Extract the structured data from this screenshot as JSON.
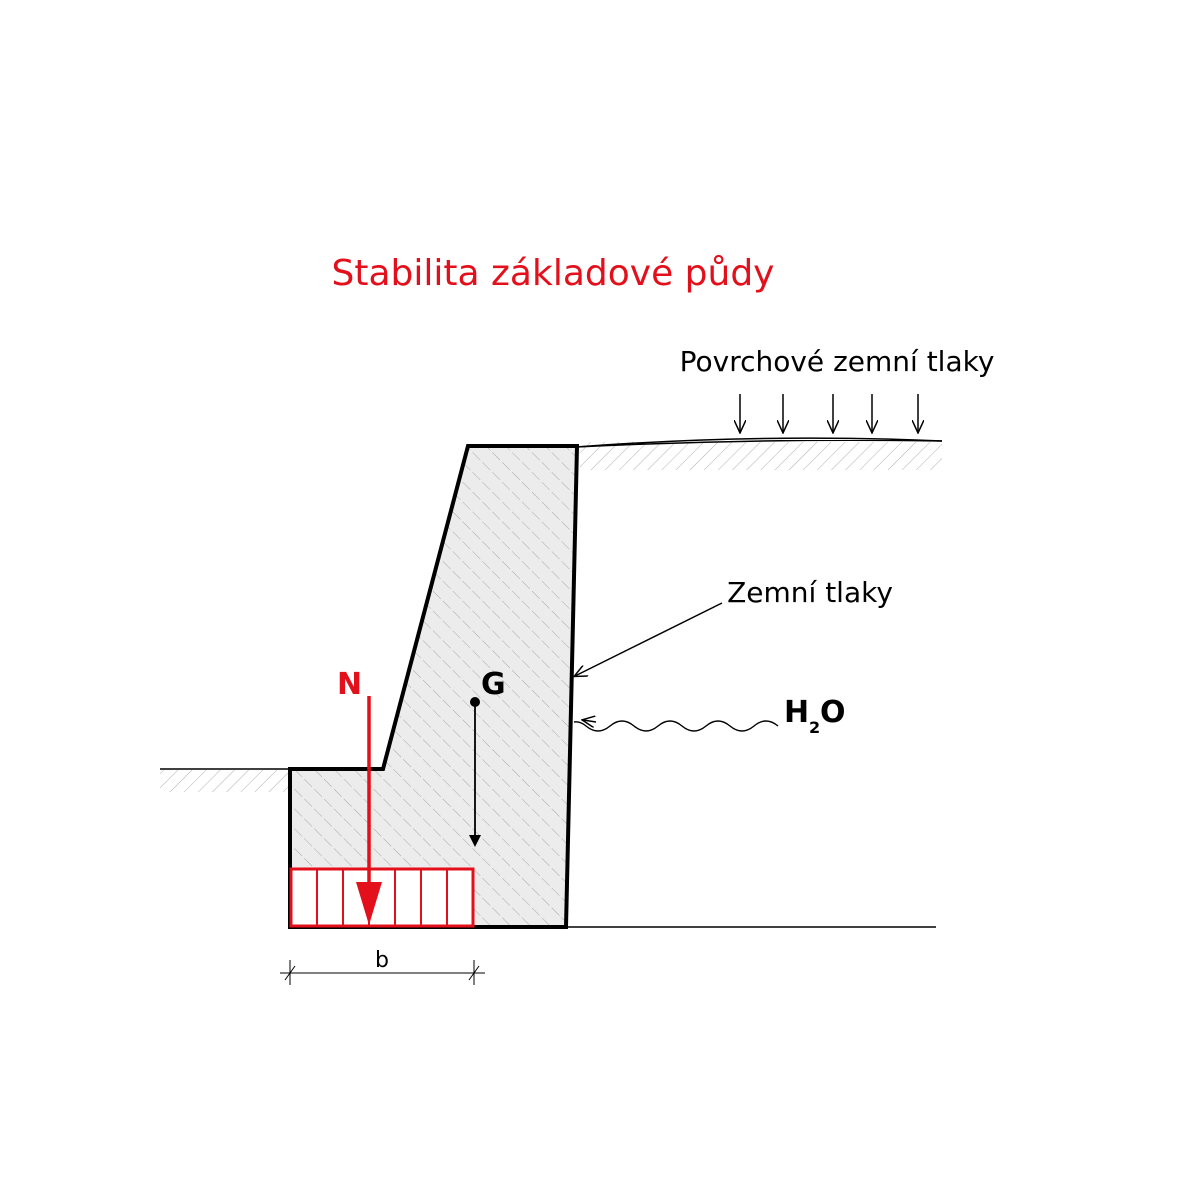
{
  "title": "Stabilita základové půdy",
  "labels": {
    "surface_pressure": "Povrchové zemní tlaky",
    "earth_pressure": "Zemní tlaky",
    "water_main": "H",
    "water_sub": "2",
    "water_tail": "O",
    "normal_force": "N",
    "gravity": "G",
    "width": "b"
  },
  "colors": {
    "accent": "#e3101b",
    "line": "#000000",
    "hatch": "#b9b9b9",
    "fill": "#e4e4e4"
  }
}
